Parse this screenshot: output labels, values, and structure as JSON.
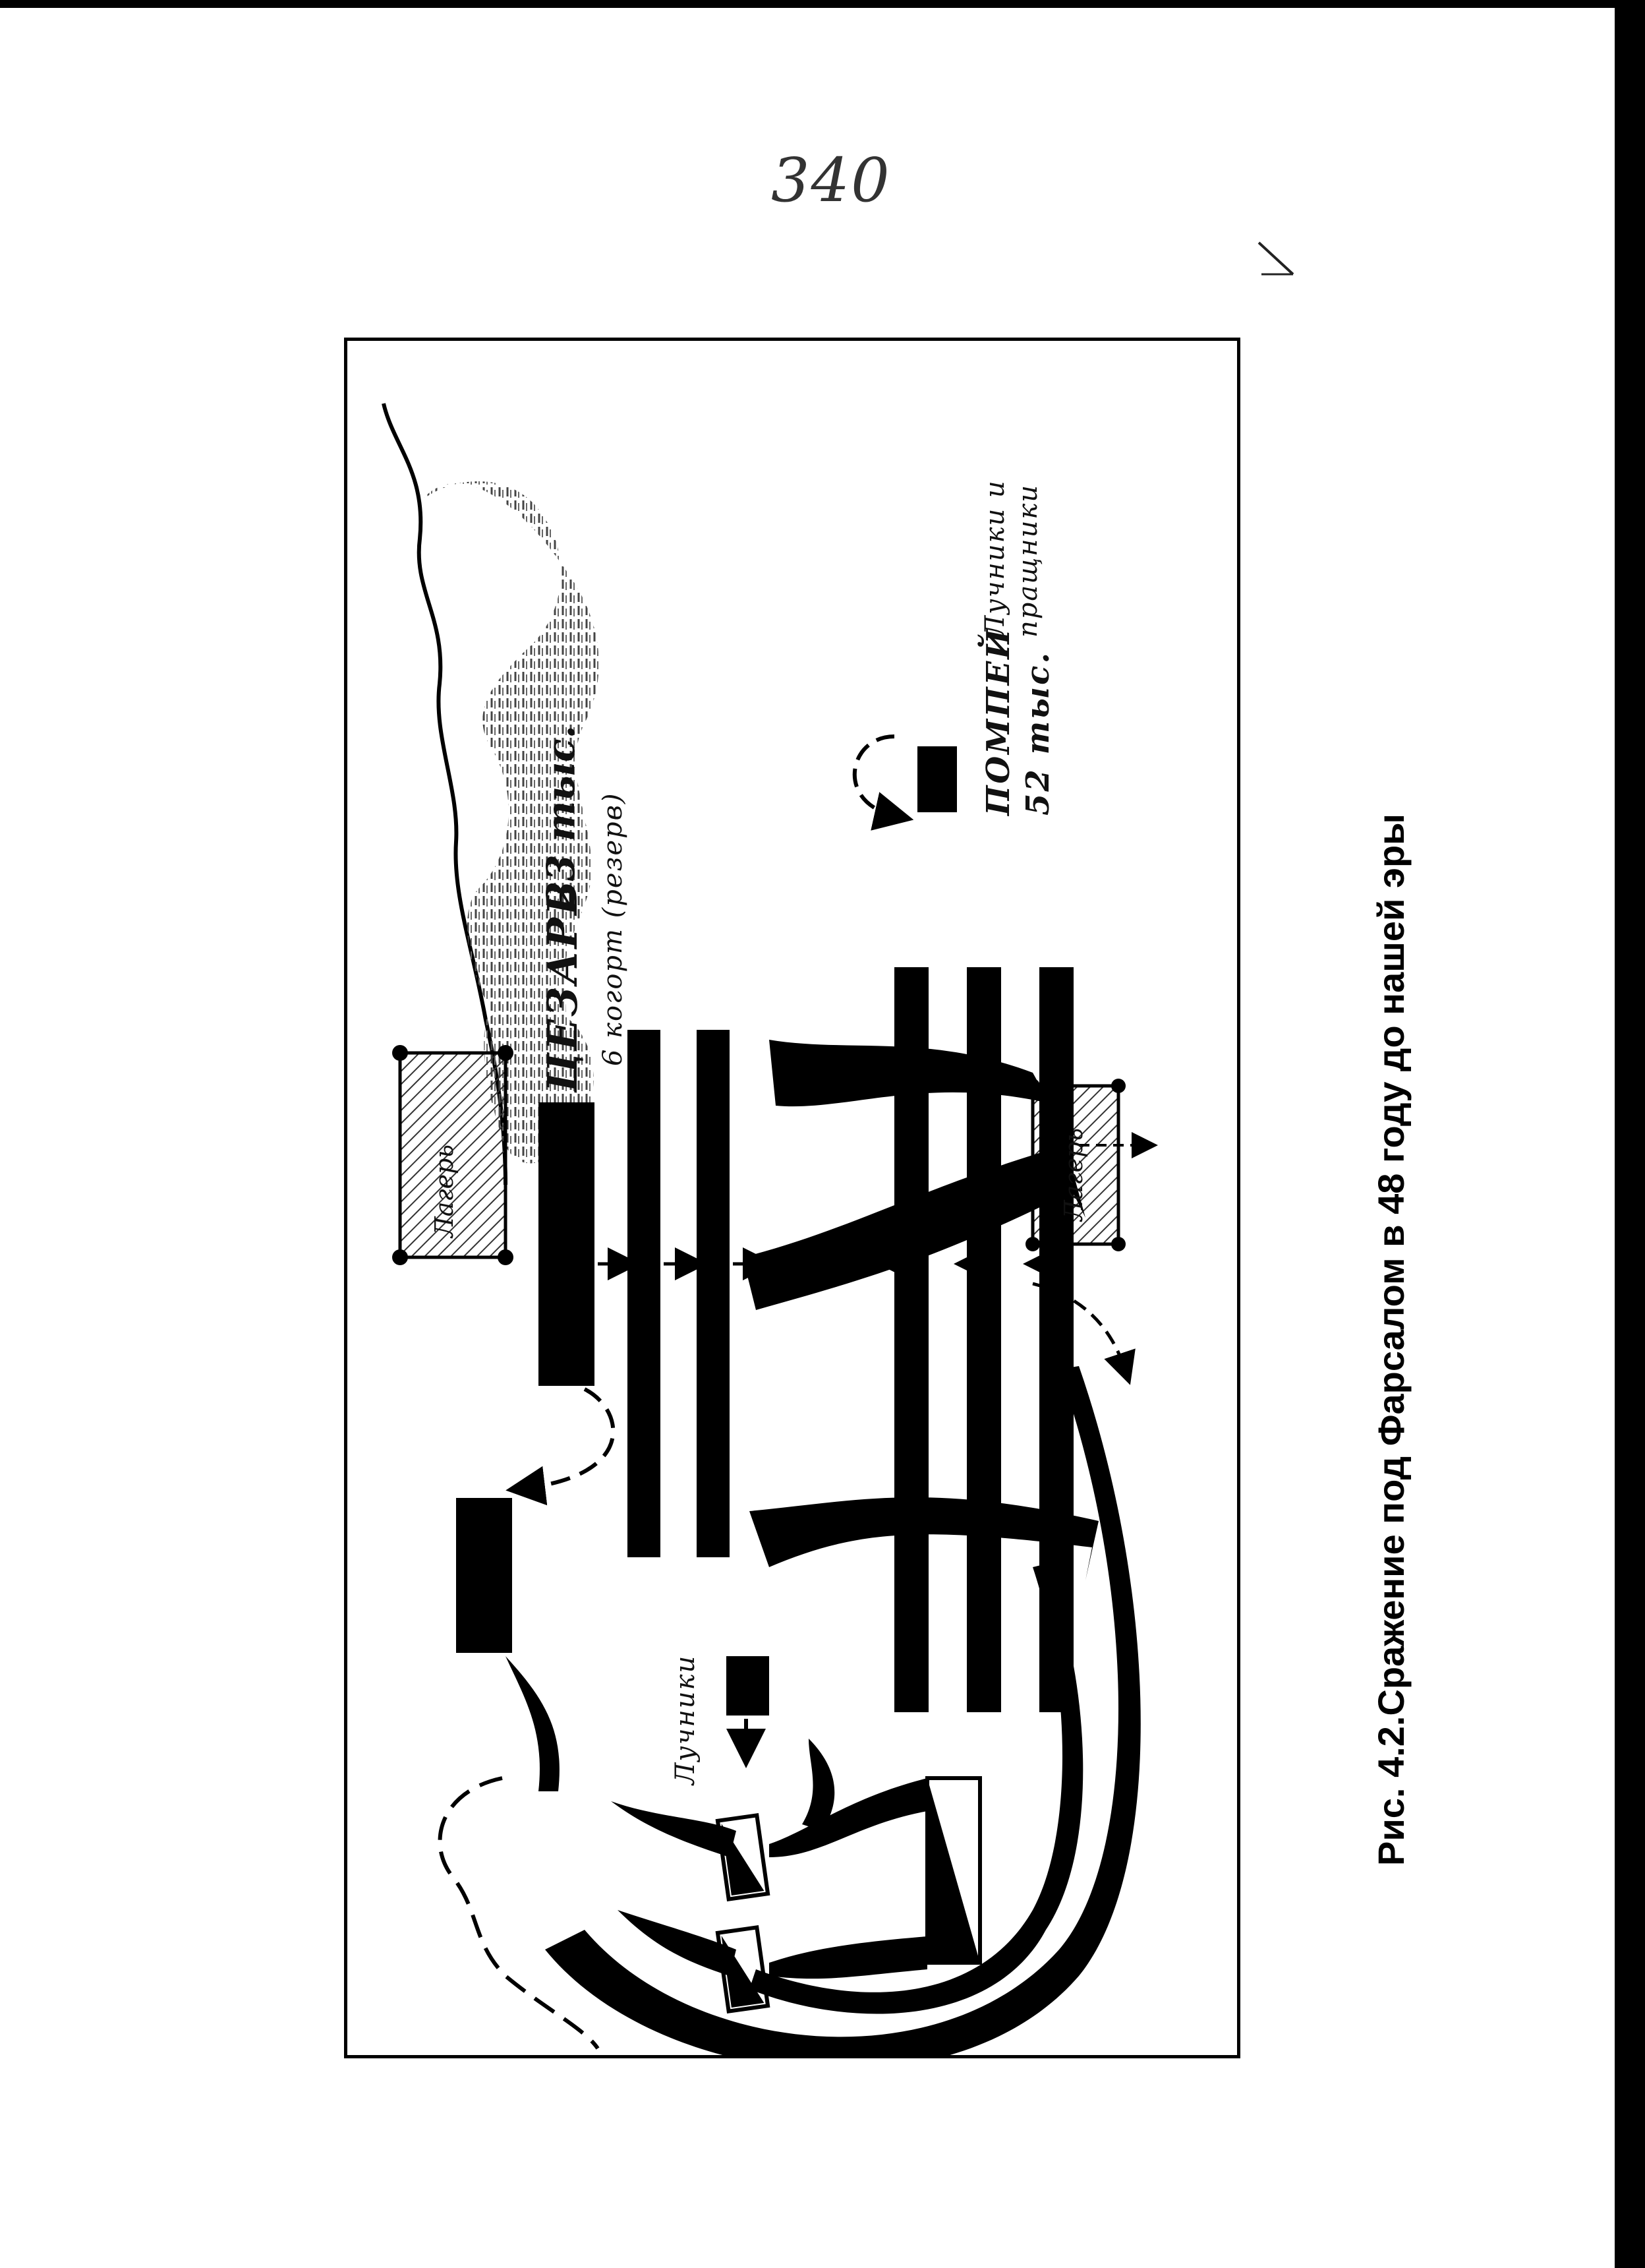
{
  "page": {
    "page_number": "340"
  },
  "figure": {
    "caption": "Рис. 4.2.Сражение под Фарсалом в 48 году до нашей эры",
    "labels": {
      "caesar_title": "ЦЕЗАРЬ",
      "caesar_strength": "23 тыс.",
      "caesar_reserve": "6 когорт (резерв)",
      "caesar_camp": "Лагерь",
      "archers": "Лучники",
      "pompey_title": "ПОМПЕЙ",
      "pompey_strength": "52 тыс.",
      "pompey_archers_slingers_line1": "Лучники и",
      "pompey_archers_slingers_line2": "пращники",
      "pompey_camp": "Лагерь"
    }
  }
}
